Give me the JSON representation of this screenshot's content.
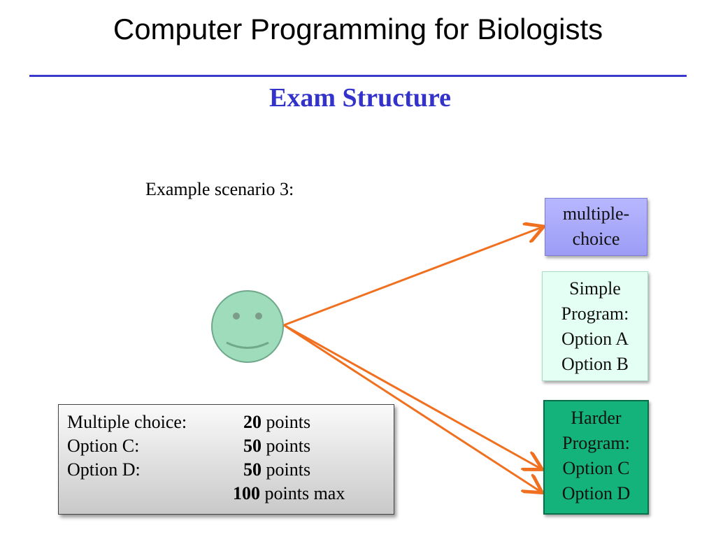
{
  "slide": {
    "title": "Computer Programming for Biologists",
    "subtitle": "Exam Structure",
    "scenario_label": "Example scenario 3:"
  },
  "boxes": {
    "multiple_choice": [
      "multiple-",
      "choice"
    ],
    "simple_program": [
      "Simple",
      "Program:",
      "Option A",
      "Option B"
    ],
    "harder_program": [
      "Harder",
      "Program:",
      "Option C",
      "Option D"
    ]
  },
  "points": [
    {
      "label": "Multiple choice:",
      "value": "20",
      "unit": "points"
    },
    {
      "label": "Option C:",
      "value": "50",
      "unit": "points"
    },
    {
      "label": "Option D:",
      "value": "50",
      "unit": "points"
    },
    {
      "label": "",
      "value": "100",
      "unit": "points max"
    }
  ],
  "colors": {
    "accent": "#3333cc",
    "arrow": "#f07020",
    "face": "#9fdcbb",
    "multiple_choice_box": "#a9a9fb",
    "simple_box": "#e4fff4",
    "harder_box": "#14b37c"
  },
  "icons": {
    "student": "smiley-face-icon"
  }
}
